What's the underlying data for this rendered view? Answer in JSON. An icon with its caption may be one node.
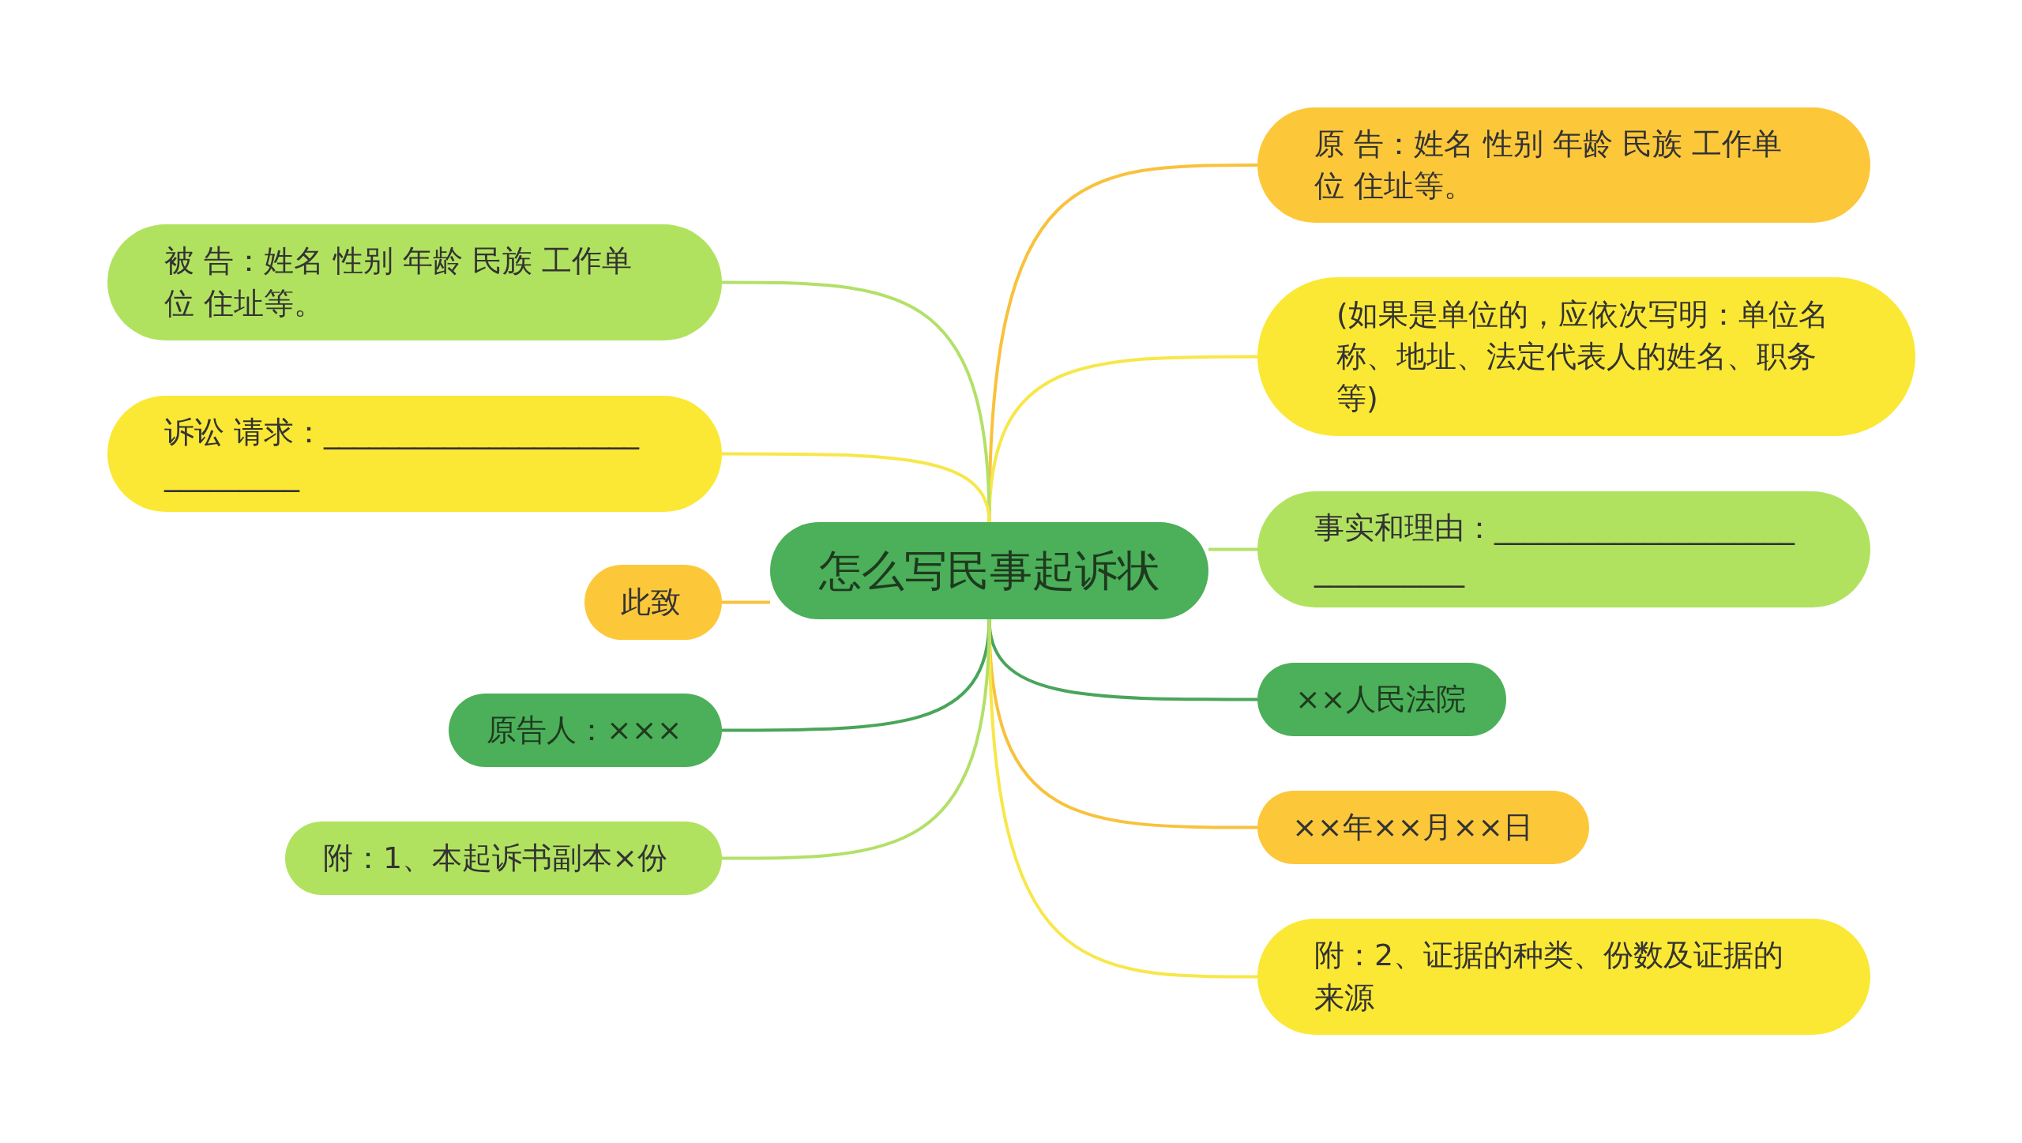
{
  "diagram": {
    "nodes": [
      {
        "text": [
          "怎么写民事起诉状"
        ]
      },
      {
        "text": [
          "原 告：姓名 性别 年龄 民族 工作单位 住址等。"
        ]
      },
      {
        "text": [
          "(如果是单位的，应依次写明：单位名称、地址、法定代表人的姓名、职务等)"
        ]
      },
      {
        "text": [
          "事实和理由：____________________ __________"
        ]
      },
      {
        "text": [
          "××人民法院"
        ]
      },
      {
        "text": [
          "××年××月××日"
        ]
      },
      {
        "text": [
          "附：2、证据的种类、份数及证据的来源"
        ]
      },
      {
        "text": [
          "被 告：姓名 性别 年龄 民族 工作单位 住址等。"
        ]
      },
      {
        "text": [
          "诉讼 请求：_____________________ _________"
        ]
      },
      {
        "text": [
          "此致"
        ]
      },
      {
        "text": [
          "原告人：×××"
        ]
      },
      {
        "text": [
          "附：1、本起诉书副本×份"
        ]
      }
    ],
    "edges": [
      {
        "from": 0,
        "to": 1,
        "arrow": "none",
        "color": "#f8c23c"
      },
      {
        "from": 0,
        "to": 2,
        "arrow": "none",
        "color": "#f7e749"
      },
      {
        "from": 0,
        "to": 3,
        "arrow": "none",
        "color": "#b3e068"
      },
      {
        "from": 0,
        "to": 4,
        "arrow": "none",
        "color": "#4aa55a"
      },
      {
        "from": 0,
        "to": 5,
        "arrow": "none",
        "color": "#f8c23c"
      },
      {
        "from": 0,
        "to": 6,
        "arrow": "none",
        "color": "#f7e749"
      },
      {
        "from": 0,
        "to": 7,
        "arrow": "none",
        "color": "#b3e068"
      },
      {
        "from": 0,
        "to": 8,
        "arrow": "none",
        "color": "#f7e749"
      },
      {
        "from": 0,
        "to": 9,
        "arrow": "none",
        "color": "#f8c23c"
      },
      {
        "from": 0,
        "to": 10,
        "arrow": "none",
        "color": "#4aa55a"
      },
      {
        "from": 0,
        "to": 11,
        "arrow": "none",
        "color": "#b3e068"
      }
    ]
  }
}
